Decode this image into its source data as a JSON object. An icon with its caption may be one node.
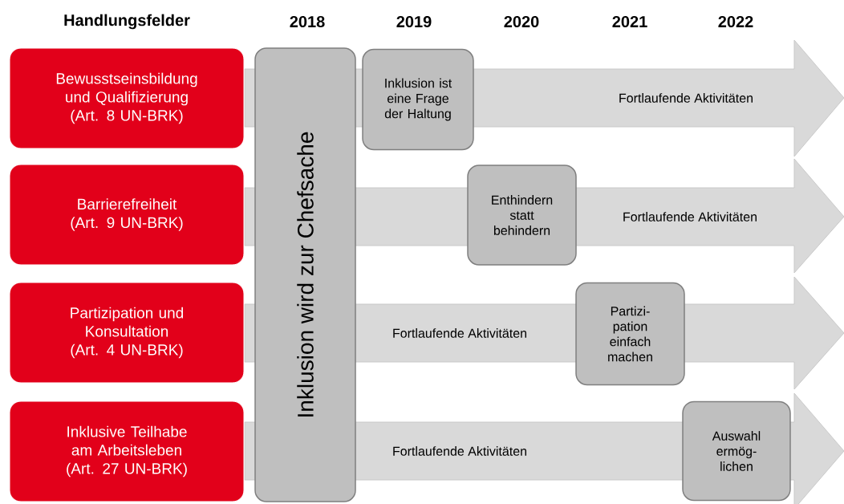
{
  "diagram": {
    "nodes": [
      {
        "text": [
          "Bewusstseinsbildung und Qualifizierung (Art. 8 UN-BRK)"
        ]
      },
      {
        "text": [
          "Barrierefreiheit (Art. 9 UN-BRK)"
        ]
      },
      {
        "text": [
          "Partizipation und Konsultation (Art. 4 UN-BRK)"
        ]
      },
      {
        "text": [
          "Inklusive Teilhabe am Arbeitsleben (Art. 27 UN-BRK)"
        ]
      },
      {
        "text": [
          "Inklusion wird zur Chefsache"
        ]
      },
      {
        "text": [
          "Fortlaufende Aktivitäten"
        ]
      },
      {
        "text": [
          "Fortlaufende Aktivitäten"
        ]
      },
      {
        "text": [
          "Fortlaufende Aktivitäten"
        ]
      },
      {
        "text": [
          "Fortlaufende Aktivitäten"
        ]
      },
      {
        "text": [
          "Inklusion ist eine Frage der Haltung"
        ],
        "in": 5
      },
      {
        "text": [
          "Enthindern statt behindern"
        ],
        "in": 6
      },
      {
        "text": [
          "Partizi- pation einfach machen"
        ],
        "in": 7
      },
      {
        "text": [
          "Auswahl ermög- lichen"
        ],
        "in": 8
      }
    ],
    "edges": [],
    "labels": [
      "Handlungsfelder",
      "2018",
      "2019",
      "2020",
      "2021",
      "2022"
    ]
  }
}
